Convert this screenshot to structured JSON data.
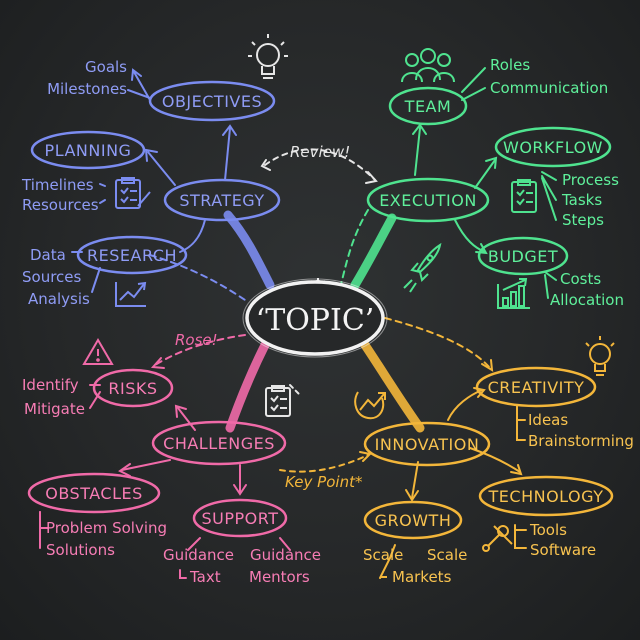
{
  "colors": {
    "board": "#262829",
    "center": "#f2f2f2",
    "blue": "#7b8cf0",
    "green": "#4fe38f",
    "pink": "#f06aa8",
    "orange": "#f3b63a",
    "white": "#e6e6e6"
  },
  "center": {
    "label": "‘TOPIC’"
  },
  "strategy": {
    "label": "STRATEGY",
    "objectives": {
      "label": "OBJECTIVES",
      "items": [
        "Goals",
        "Milestones"
      ]
    },
    "planning": {
      "label": "PLANNING",
      "items": [
        "Timelines",
        "Resources"
      ]
    },
    "research": {
      "label": "RESEARCH",
      "items": [
        "Data",
        "Sources",
        "Analysis"
      ]
    }
  },
  "execution": {
    "label": "EXECUTION",
    "team": {
      "label": "TEAM",
      "items": [
        "Roles",
        "Communication"
      ]
    },
    "workflow": {
      "label": "WORKFLOW",
      "items": [
        "Process",
        "Tasks",
        "Steps"
      ]
    },
    "budget": {
      "label": "BUDGET",
      "items": [
        "Costs",
        "Allocation"
      ]
    }
  },
  "challenges": {
    "label": "CHALLENGES",
    "risks": {
      "label": "RISKS",
      "items": [
        "Identify",
        "Mitigate"
      ]
    },
    "obstacles": {
      "label": "OBSTACLES",
      "items": [
        "Problem Solving",
        "Solutions"
      ]
    },
    "support": {
      "label": "SUPPORT",
      "items": [
        "Guidance",
        "Taxt",
        "Guidance",
        "Mentors"
      ]
    }
  },
  "innovation": {
    "label": "INNOVATION",
    "creativity": {
      "label": "CREATIVITY",
      "items": [
        "Ideas",
        "Brainstorming"
      ]
    },
    "technology": {
      "label": "TECHNOLOGY",
      "items": [
        "Tools",
        "Software"
      ]
    },
    "growth": {
      "label": "GROWTH",
      "items": [
        "Scale",
        "Scale",
        "Markets"
      ]
    }
  },
  "notes": {
    "review": "Review!",
    "rose": "Rose!",
    "key_point": "Key Point*"
  },
  "icons": [
    "lightbulb-icon",
    "people-icon",
    "clipboard-icon",
    "chart-icon",
    "rocket-icon",
    "gears-icon",
    "warning-icon",
    "wrench-icon",
    "growth-arrow-icon"
  ]
}
